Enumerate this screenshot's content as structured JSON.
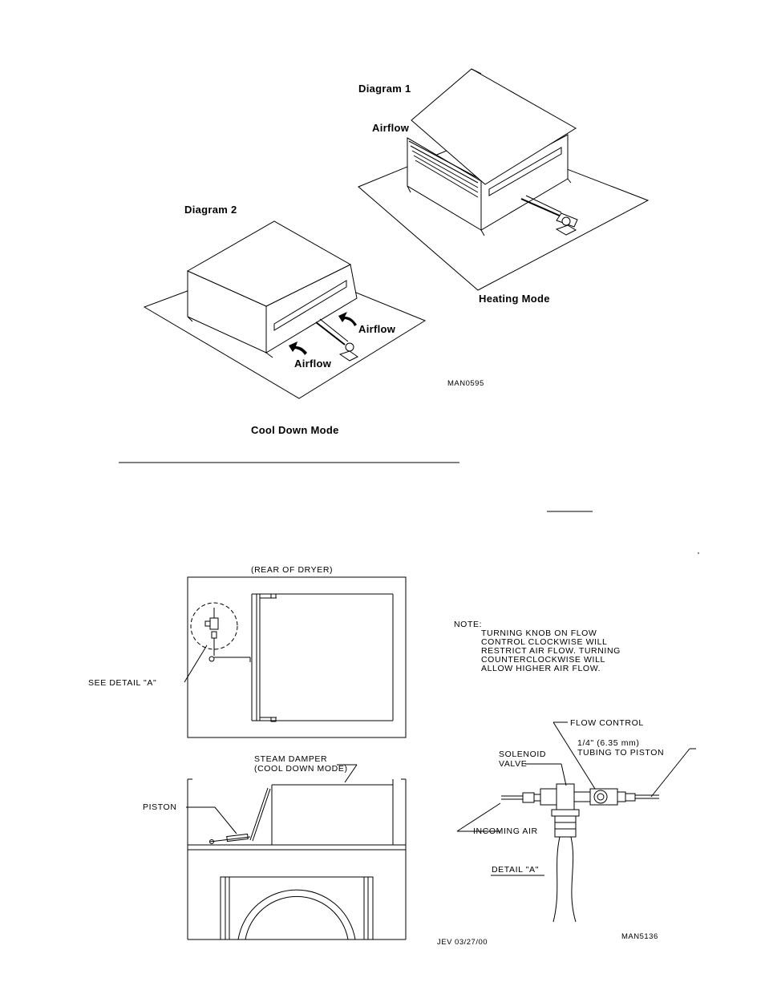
{
  "diagram1": {
    "title": "Diagram 1",
    "airflow_label": "Airflow",
    "mode_label": "Heating Mode"
  },
  "diagram2": {
    "title": "Diagram 2",
    "airflow_label_1": "Airflow",
    "airflow_label_2": "Airflow",
    "mode_label": "Cool Down Mode"
  },
  "upper_drawing_code": "MAN0595",
  "lower_drawing": {
    "rear_label": "(REAR OF DRYER)",
    "see_detail": "SEE DETAIL \"A\"",
    "steam_damper_line1": "STEAM DAMPER",
    "steam_damper_line2": "(COOL DOWN MODE)",
    "piston": "PISTON",
    "note_title": "NOTE:",
    "note_lines": [
      "TURNING KNOB ON FLOW",
      "CONTROL CLOCKWISE WILL",
      "RESTRICT AIR FLOW. TURNING",
      "COUNTERCLOCKWISE WILL",
      "ALLOW HIGHER AIR FLOW."
    ],
    "flow_control": "FLOW CONTROL",
    "tubing_line1": "1/4\" (6.35 mm)",
    "tubing_line2": "TUBING TO PISTON",
    "solenoid_line1": "SOLENOID",
    "solenoid_line2": "VALVE",
    "incoming_air": "INCOMING AIR",
    "detail_a": "DETAIL \"A\"",
    "author_date": "JEV 03/27/00",
    "drawing_code": "MAN5136"
  }
}
